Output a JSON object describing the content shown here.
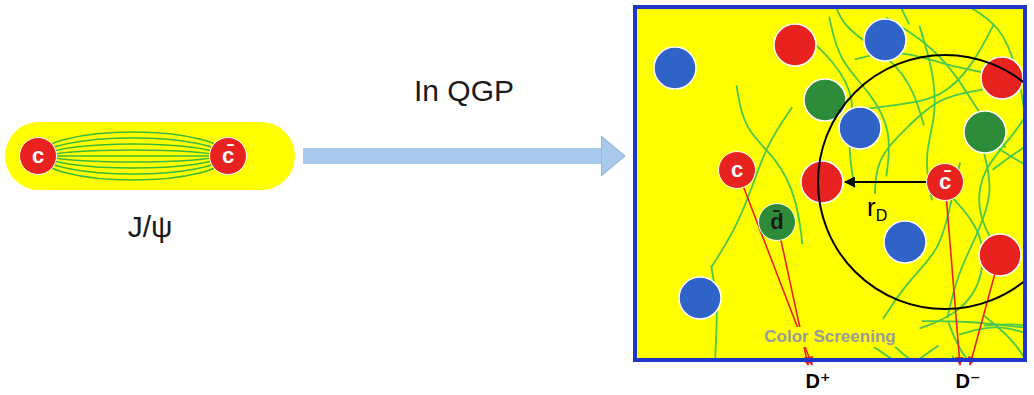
{
  "diagram": {
    "nodes": [
      {
        "text": [
          "J/ψ"
        ]
      },
      {
        "text": [
          "c"
        ],
        "in": 0
      },
      {
        "text": [
          "c̄"
        ],
        "in": 0
      },
      {
        "text": [
          "Color Screening"
        ]
      },
      {
        "text": [
          "c"
        ],
        "in": 3
      },
      {
        "text": [
          "d̄"
        ],
        "in": 3
      },
      {
        "text": [
          "rD"
        ],
        "in": 3
      },
      {
        "text": [
          "c̄"
        ],
        "in": 6
      }
    ],
    "edges": [
      {
        "from": 0,
        "to": 3,
        "arrow": "to",
        "label": "In QGP"
      }
    ],
    "labels": [
      "D⁺",
      "D⁻"
    ]
  }
}
